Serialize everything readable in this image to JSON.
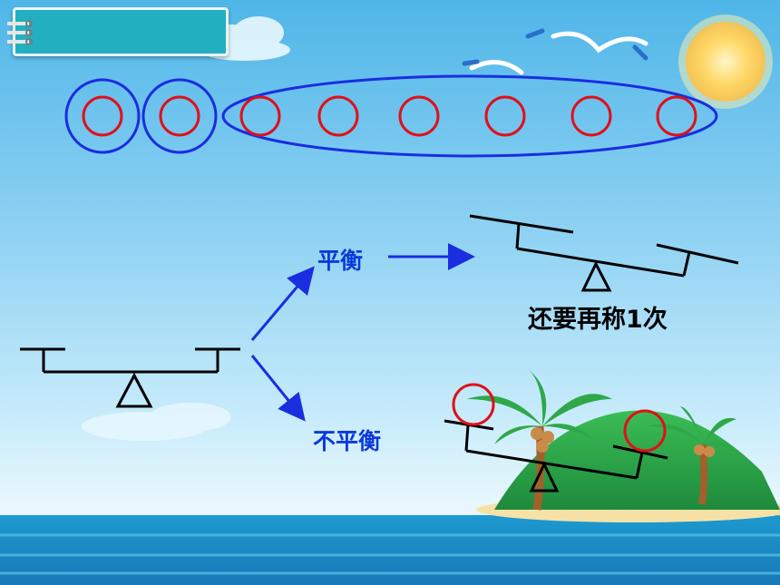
{
  "labels": {
    "balanced": "平衡",
    "unbalanced": "不平衡",
    "note": "还要再称1次"
  },
  "colors": {
    "ball_outline": "#e0101a",
    "group_outline": "#1a2ee0",
    "arrow": "#1a2ee0",
    "scale": "#000000",
    "title_tab": "#22b0c0"
  },
  "icons": [
    "binder-rings-icon",
    "sun-icon",
    "seagull-icon",
    "palm-tree-icon",
    "island-icon",
    "balance-scale-icon"
  ]
}
